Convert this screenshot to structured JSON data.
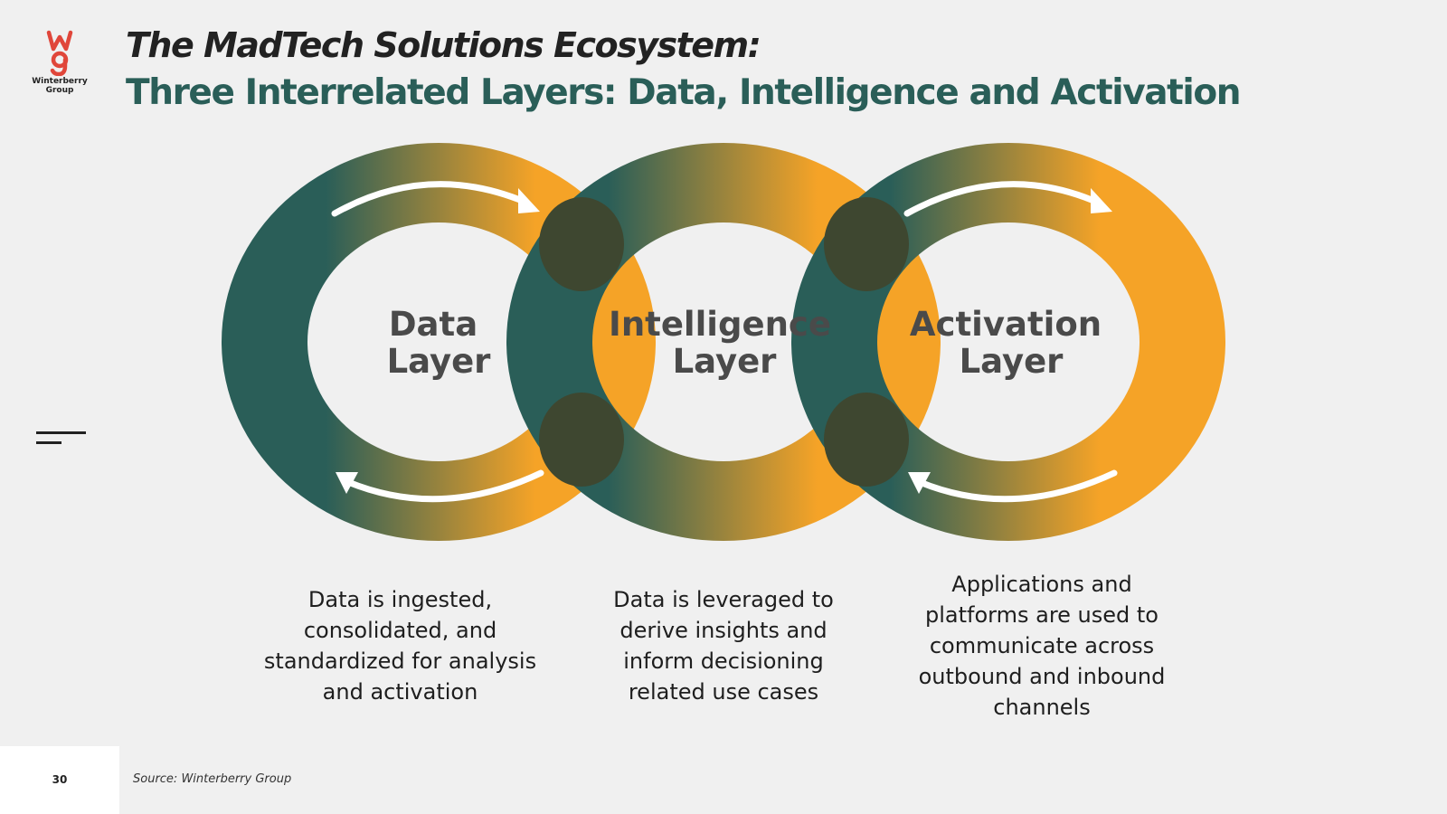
{
  "logo": {
    "brand": "Winterberry Group",
    "line1": "Winterberry",
    "line2": "Group",
    "color": "#e0463a"
  },
  "header": {
    "title": "The MadTech Solutions Ecosystem:",
    "subtitle": "Three Interrelated Layers: Data, Intelligence and Activation"
  },
  "colors": {
    "teal": "#2a5e58",
    "orange": "#f5a327",
    "overlap": "#3e4730",
    "background": "#f0f0f0"
  },
  "layers": [
    {
      "name_line1": "Data",
      "name_line2": "Layer",
      "description": "Data is ingested, consolidated, and standardized for analysis and activation"
    },
    {
      "name_line1": "Intelligence",
      "name_line2": "Layer",
      "description": "Data is leveraged to derive insights and inform decisioning related use cases"
    },
    {
      "name_line1": "Activation",
      "name_line2": "Layer",
      "description": "Applications and platforms are used to communicate across outbound and inbound channels"
    }
  ],
  "footer": {
    "page_number": "30",
    "source": "Source: Winterberry Group"
  }
}
